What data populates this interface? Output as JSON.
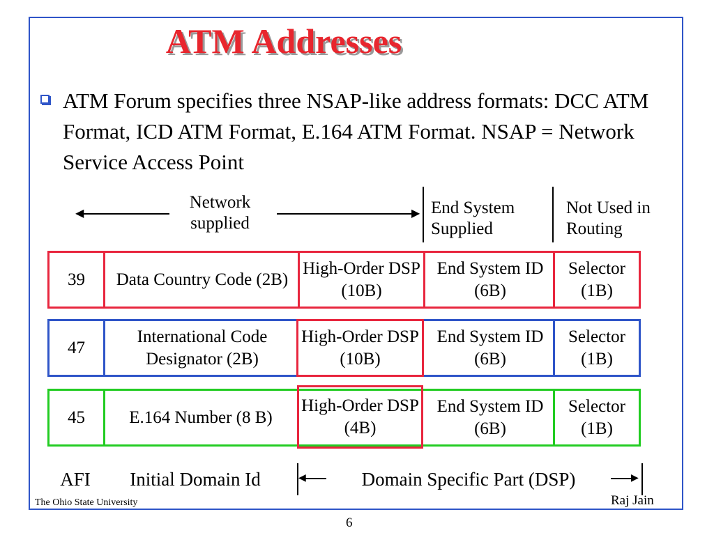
{
  "title": "ATM Addresses",
  "bullet": "ATM Forum specifies three NSAP-like address formats: DCC ATM Format, ICD ATM Format, E.164 ATM Format. NSAP = Network Service Access Point",
  "captions": {
    "network": "Network supplied",
    "end_system": "End System Supplied",
    "not_used": "Not Used in Routing"
  },
  "rows": [
    {
      "afi": "39",
      "idi": "Data Country Code (2B)",
      "ho_dsp": "High-Order DSP (10B)",
      "esi": "End System ID (6B)",
      "sel": "Selector (1B)"
    },
    {
      "afi": "47",
      "idi": "International Code Designator (2B)",
      "ho_dsp": "High-Order DSP (10B)",
      "esi": "End System ID (6B)",
      "sel": "Selector (1B)"
    },
    {
      "afi": "45",
      "idi": "E.164 Number (8 B)",
      "ho_dsp": "High-Order DSP (4B)",
      "esi": "End System ID (6B)",
      "sel": "Selector (1B)"
    }
  ],
  "bottom": {
    "afi": "AFI",
    "idi": "Initial Domain Id",
    "dsp": "Domain Specific Part (DSP)"
  },
  "footer": {
    "left": "The Ohio State University",
    "right": "Raj Jain",
    "page": "6"
  },
  "colors": {
    "title": "#e8262e",
    "frame": "#2f55c8",
    "row1": "#e8263e",
    "row2": "#2f55c8",
    "row3": "#22cc22",
    "ho_dsp": "#e8263e"
  }
}
